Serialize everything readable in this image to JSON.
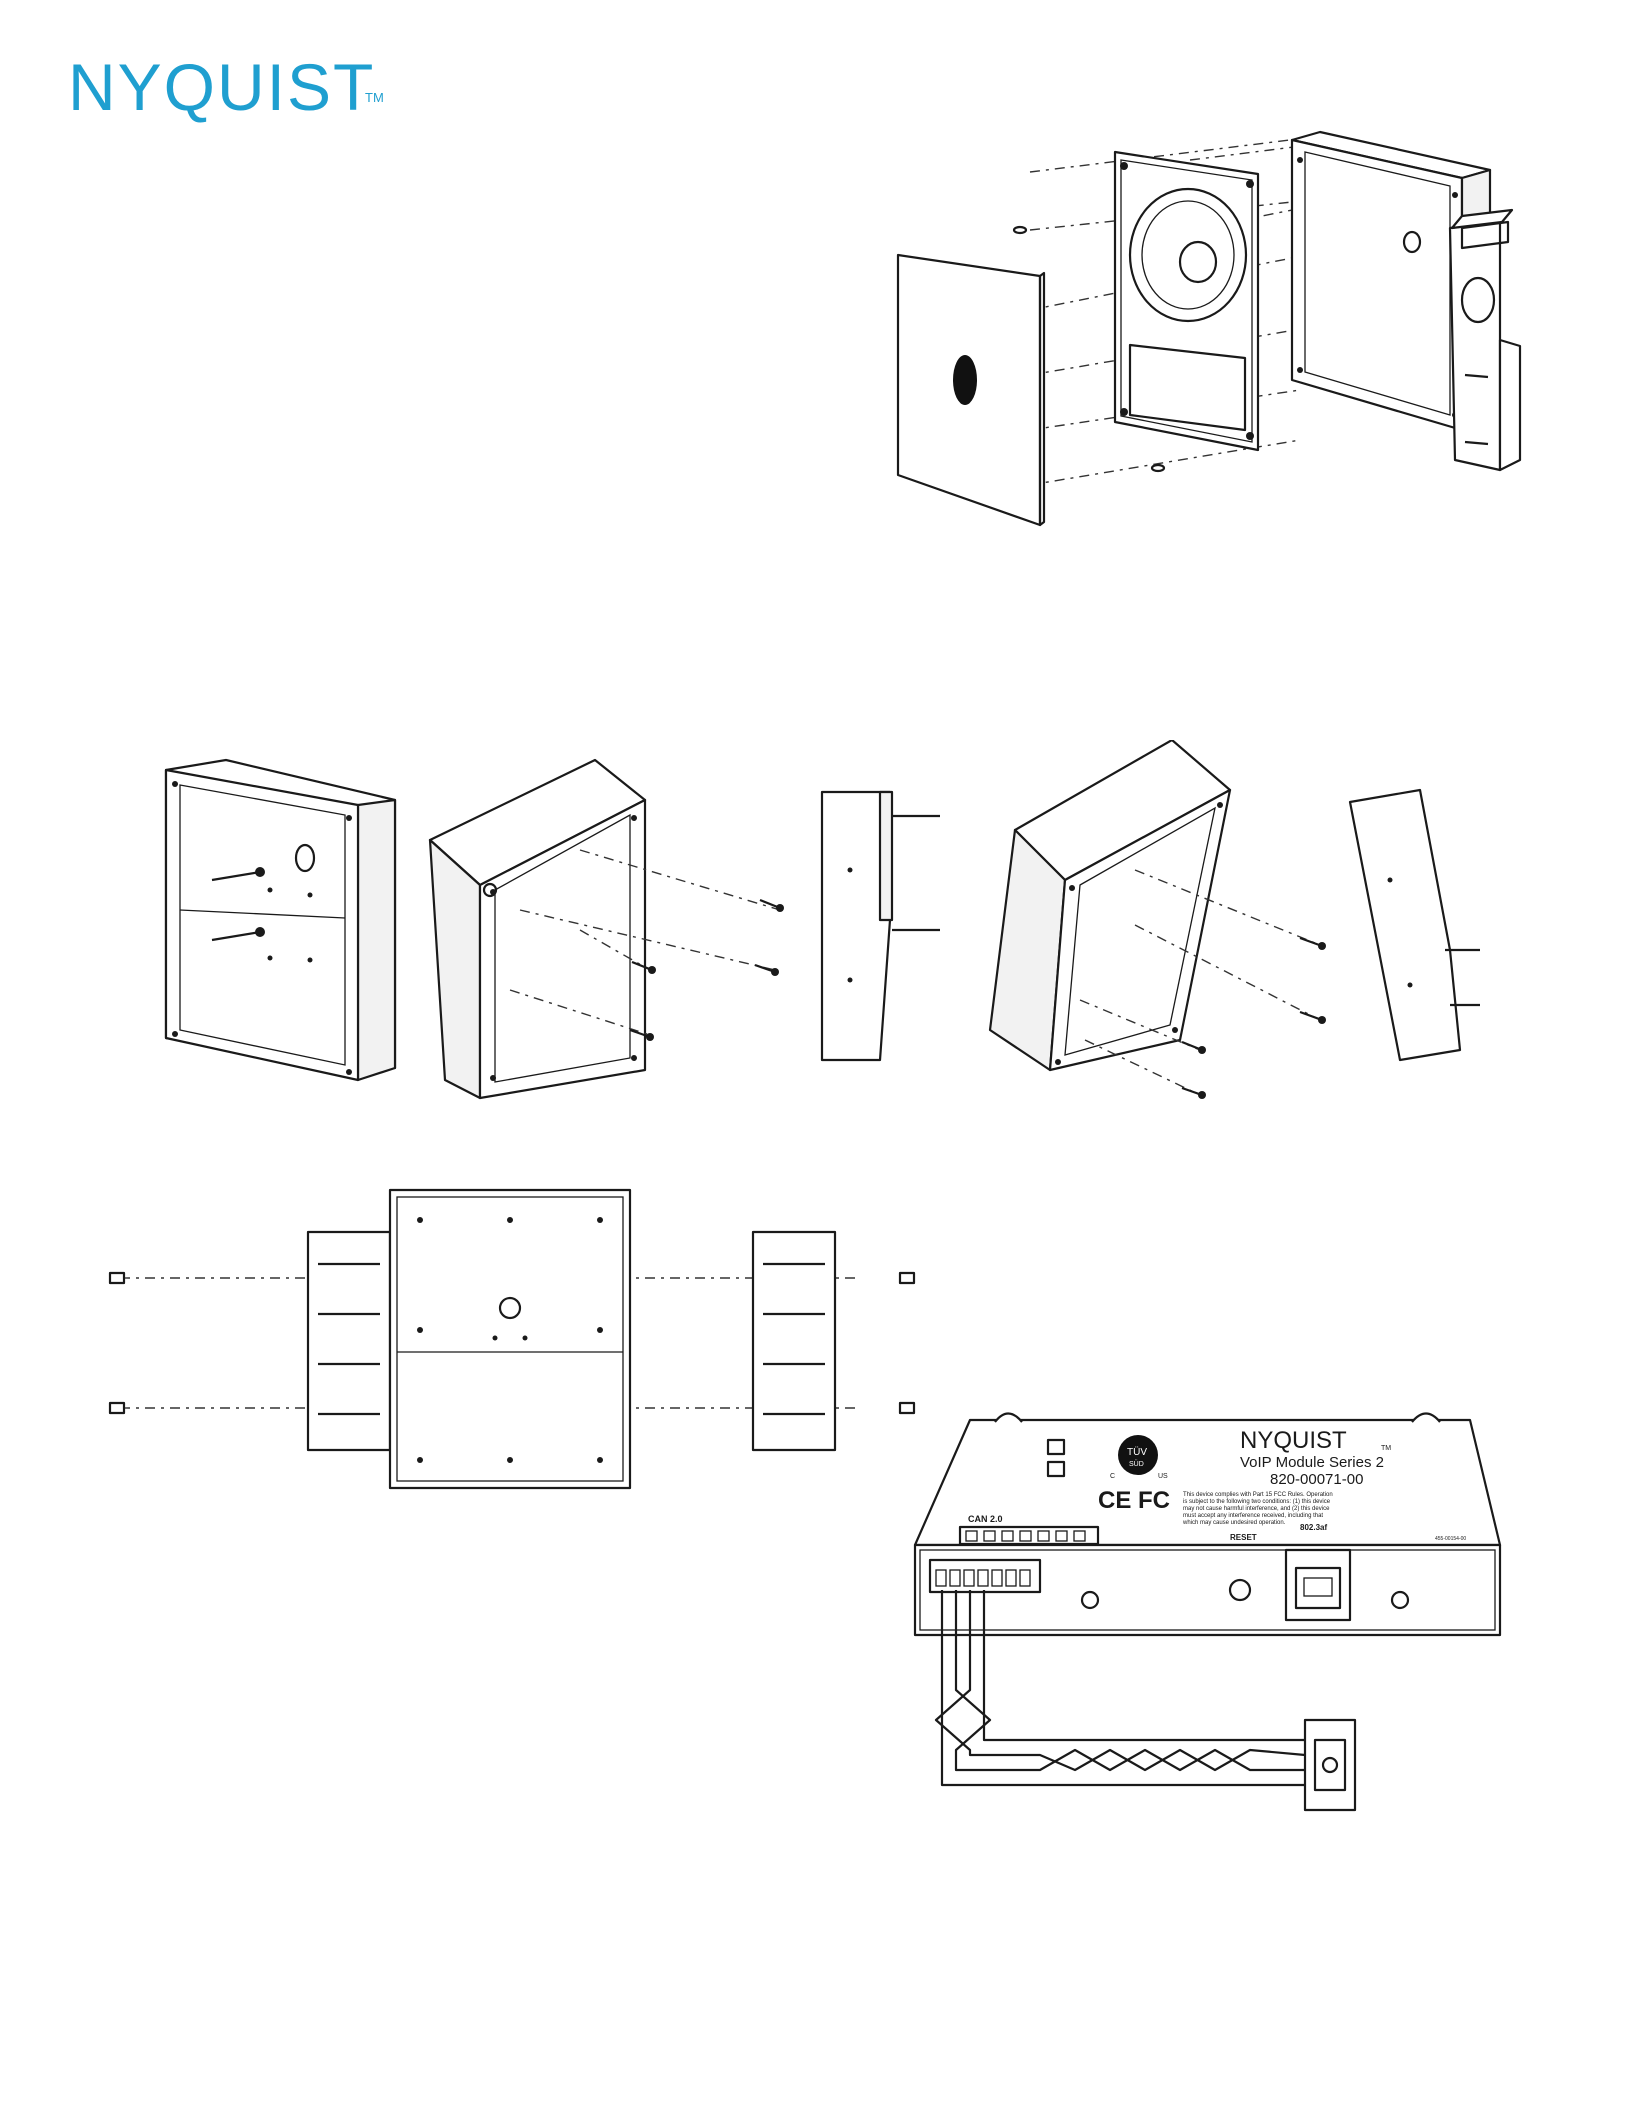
{
  "brand": {
    "name": "NYQUIST",
    "tm": "TM",
    "color": "#1f9fd0"
  },
  "module_label": {
    "brand": "NYQUIST",
    "tm": "TM",
    "product": "VoIP Module Series 2",
    "part_number": "820-00071-00",
    "fcc_notice": [
      "This device complies with Part 15 FCC Rules. Operation",
      "is subject to the following two conditions: (1) this device",
      "may not cause harmful interference, and (2) this device",
      "must accept any interference received, including that",
      "which may cause undesired operation."
    ],
    "can_label": "CAN 2.0",
    "reset_label": "RESET",
    "poe_label": "802.3af",
    "cert_c": "C",
    "cert_us": "US",
    "cert_tuv": "TÜV",
    "cert_sud": "SÜD",
    "ce_fcc": "CE FC",
    "serial_small": "455-00154-00"
  }
}
